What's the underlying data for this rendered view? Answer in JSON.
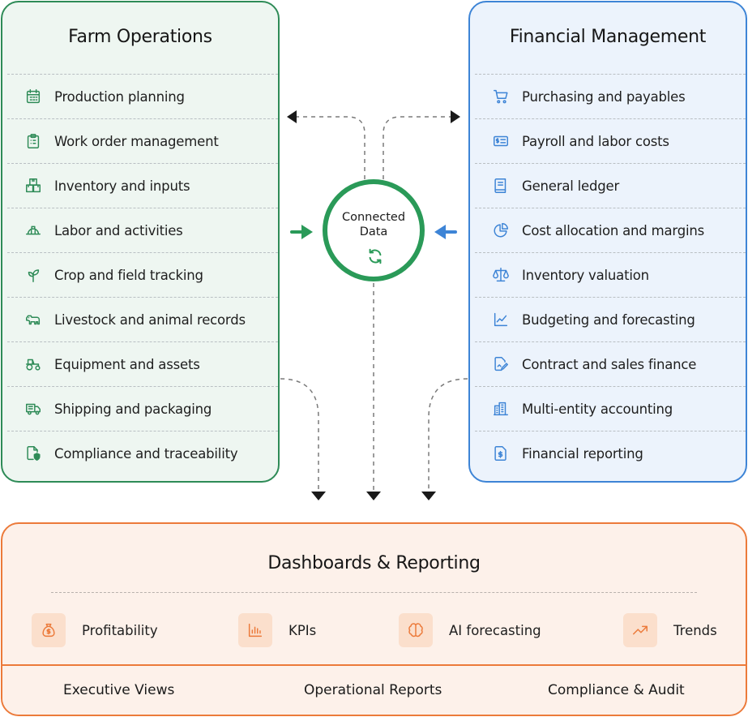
{
  "farm": {
    "title": "Farm Operations",
    "items": [
      {
        "label": "Production planning",
        "icon": "calendar-icon"
      },
      {
        "label": "Work order management",
        "icon": "clipboard-icon"
      },
      {
        "label": "Inventory and inputs",
        "icon": "boxes-icon"
      },
      {
        "label": "Labor and activities",
        "icon": "hard-hat-icon"
      },
      {
        "label": "Crop and field tracking",
        "icon": "sprout-icon"
      },
      {
        "label": "Livestock and animal records",
        "icon": "cow-icon"
      },
      {
        "label": "Equipment and assets",
        "icon": "tractor-icon"
      },
      {
        "label": "Shipping and packaging",
        "icon": "truck-icon"
      },
      {
        "label": "Compliance and traceability",
        "icon": "file-shield-icon"
      }
    ]
  },
  "finance": {
    "title": "Financial Management",
    "items": [
      {
        "label": "Purchasing and payables",
        "icon": "cart-icon"
      },
      {
        "label": "Payroll and labor costs",
        "icon": "payroll-card-icon"
      },
      {
        "label": "General ledger",
        "icon": "ledger-book-icon"
      },
      {
        "label": "Cost allocation and margins",
        "icon": "pie-chart-icon"
      },
      {
        "label": "Inventory valuation",
        "icon": "scale-icon"
      },
      {
        "label": "Budgeting and forecasting",
        "icon": "line-chart-icon"
      },
      {
        "label": "Contract and sales finance",
        "icon": "document-pen-icon"
      },
      {
        "label": "Multi-entity accounting",
        "icon": "buildings-icon"
      },
      {
        "label": "Financial reporting",
        "icon": "dollar-file-icon"
      }
    ]
  },
  "hub": {
    "line1": "Connected",
    "line2": "Data",
    "icon": "sync-icon"
  },
  "dashboard": {
    "title": "Dashboards & Reporting",
    "metrics": [
      {
        "label": "Profitability",
        "icon": "money-bag-icon"
      },
      {
        "label": "KPIs",
        "icon": "bar-chart-icon"
      },
      {
        "label": "AI forecasting",
        "icon": "brain-icon"
      },
      {
        "label": "Trends",
        "icon": "trend-up-icon"
      }
    ],
    "footer": [
      "Executive Views",
      "Operational Reports",
      "Compliance & Audit"
    ]
  },
  "colors": {
    "farm_accent": "#2e8b57",
    "finance_accent": "#3d84d6",
    "dashboard_accent": "#ec7a3a",
    "hub_ring": "#2a9a58"
  }
}
